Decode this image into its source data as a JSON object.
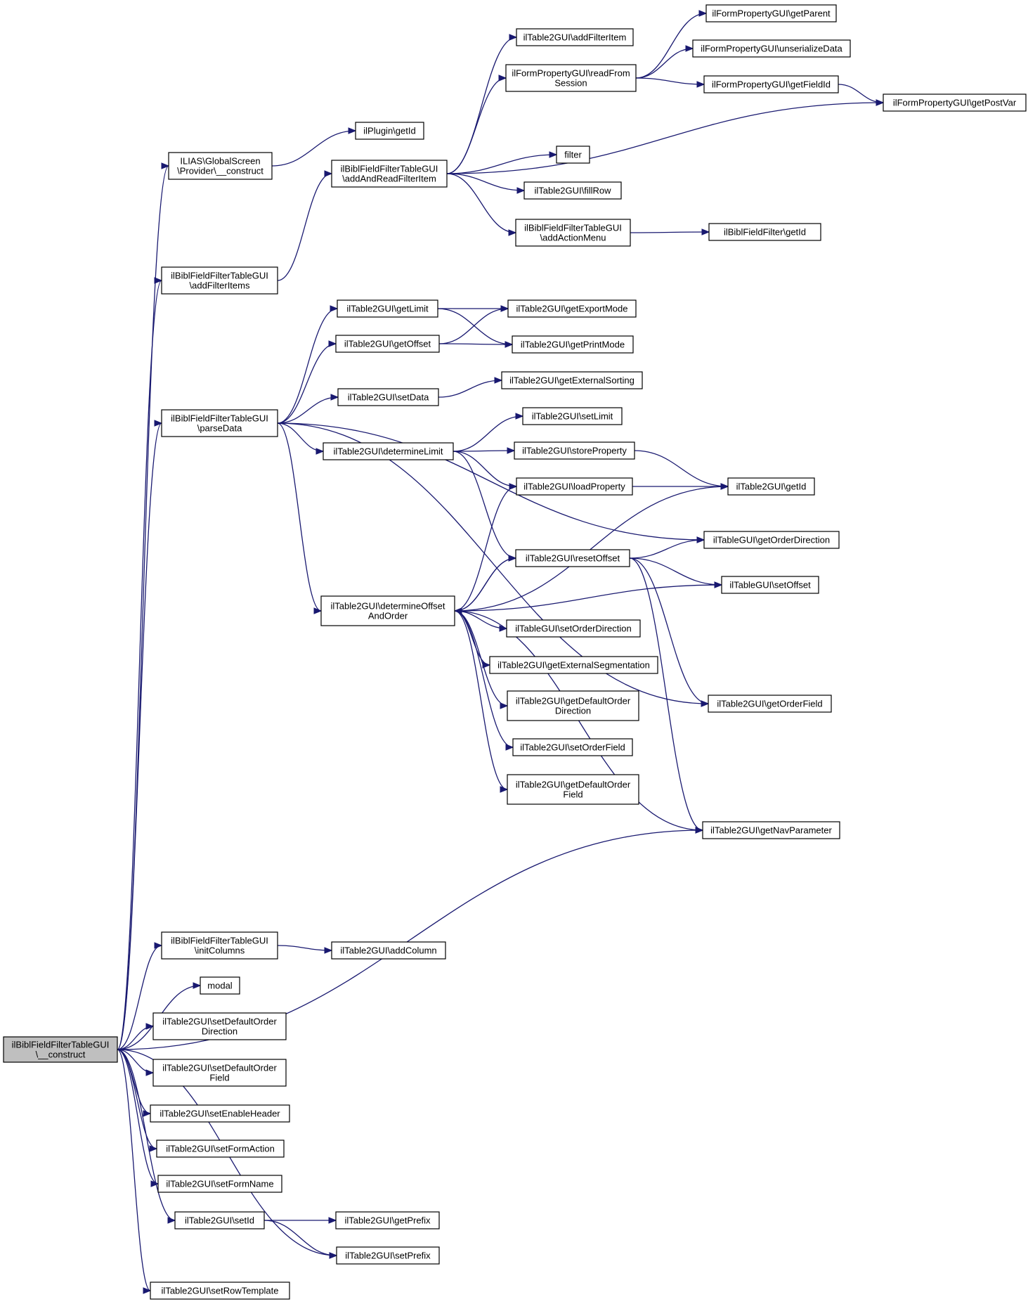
{
  "nodes": {
    "root": [
      "ilBiblFieldFilterTableGUI",
      "\\__construct"
    ],
    "gs_construct": [
      "ILIAS\\GlobalScreen",
      "\\Provider\\__construct"
    ],
    "plugin_getid": [
      "ilPlugin\\getId"
    ],
    "add_filter_items": [
      "ilBiblFieldFilterTableGUI",
      "\\addFilterItems"
    ],
    "add_and_read": [
      "ilBiblFieldFilterTableGUI",
      "\\addAndReadFilterItem"
    ],
    "t2_add_filter_item": [
      "ilTable2GUI\\addFilterItem"
    ],
    "read_from_session": [
      "ilFormPropertyGUI\\readFrom",
      "Session"
    ],
    "fp_get_parent": [
      "ilFormPropertyGUI\\getParent"
    ],
    "fp_unserialize": [
      "ilFormPropertyGUI\\unserializeData"
    ],
    "fp_get_field_id": [
      "ilFormPropertyGUI\\getFieldId"
    ],
    "fp_get_post_var": [
      "ilFormPropertyGUI\\getPostVar"
    ],
    "filter": [
      "filter"
    ],
    "t2_fill_row": [
      "ilTable2GUI\\fillRow"
    ],
    "add_action_menu": [
      "ilBiblFieldFilterTableGUI",
      "\\addActionMenu"
    ],
    "bf_get_id": [
      "ilBiblFieldFilter\\getId"
    ],
    "parse_data": [
      "ilBiblFieldFilterTableGUI",
      "\\parseData"
    ],
    "t2_get_limit": [
      "ilTable2GUI\\getLimit"
    ],
    "t2_get_offset": [
      "ilTable2GUI\\getOffset"
    ],
    "t2_get_export_mode": [
      "ilTable2GUI\\getExportMode"
    ],
    "t2_get_print_mode": [
      "ilTable2GUI\\getPrintMode"
    ],
    "t2_set_data": [
      "ilTable2GUI\\setData"
    ],
    "t2_get_ext_sorting": [
      "ilTable2GUI\\getExternalSorting"
    ],
    "t2_determine_limit": [
      "ilTable2GUI\\determineLimit"
    ],
    "t2_set_limit": [
      "ilTable2GUI\\setLimit"
    ],
    "t2_store_property": [
      "ilTable2GUI\\storeProperty"
    ],
    "t2_load_property": [
      "ilTable2GUI\\loadProperty"
    ],
    "t2_get_id": [
      "ilTable2GUI\\getId"
    ],
    "t_get_order_direction": [
      "ilTableGUI\\getOrderDirection"
    ],
    "t2_reset_offset": [
      "ilTable2GUI\\resetOffset"
    ],
    "t_set_offset": [
      "ilTableGUI\\setOffset"
    ],
    "t2_determine_offset": [
      "ilTable2GUI\\determineOffset",
      "AndOrder"
    ],
    "t_set_order_direction": [
      "ilTableGUI\\setOrderDirection"
    ],
    "t2_get_ext_segmentation": [
      "ilTable2GUI\\getExternalSegmentation"
    ],
    "t2_get_default_order_direction": [
      "ilTable2GUI\\getDefaultOrder",
      "Direction"
    ],
    "t2_get_order_field": [
      "ilTable2GUI\\getOrderField"
    ],
    "t2_set_order_field": [
      "ilTable2GUI\\setOrderField"
    ],
    "t2_get_default_order_field": [
      "ilTable2GUI\\getDefaultOrder",
      "Field"
    ],
    "t2_get_nav_parameter": [
      "ilTable2GUI\\getNavParameter"
    ],
    "init_columns": [
      "ilBiblFieldFilterTableGUI",
      "\\initColumns"
    ],
    "t2_add_column": [
      "ilTable2GUI\\addColumn"
    ],
    "modal": [
      "modal"
    ],
    "t2_set_default_order_direction": [
      "ilTable2GUI\\setDefaultOrder",
      "Direction"
    ],
    "t2_set_default_order_field": [
      "ilTable2GUI\\setDefaultOrder",
      "Field"
    ],
    "t2_set_enable_header": [
      "ilTable2GUI\\setEnableHeader"
    ],
    "t2_set_form_action": [
      "ilTable2GUI\\setFormAction"
    ],
    "t2_set_form_name": [
      "ilTable2GUI\\setFormName"
    ],
    "t2_set_id": [
      "ilTable2GUI\\setId"
    ],
    "t2_get_prefix": [
      "ilTable2GUI\\getPrefix"
    ],
    "t2_set_prefix": [
      "ilTable2GUI\\setPrefix"
    ],
    "t2_set_row_template": [
      "ilTable2GUI\\setRowTemplate"
    ]
  },
  "edges": [
    [
      "root",
      "gs_construct"
    ],
    [
      "root",
      "add_filter_items"
    ],
    [
      "root",
      "parse_data"
    ],
    [
      "root",
      "t2_get_nav_parameter"
    ],
    [
      "root",
      "init_columns"
    ],
    [
      "root",
      "modal"
    ],
    [
      "root",
      "t2_set_default_order_direction"
    ],
    [
      "root",
      "t2_set_default_order_field"
    ],
    [
      "root",
      "t2_set_enable_header"
    ],
    [
      "root",
      "t2_set_form_action"
    ],
    [
      "root",
      "t2_set_form_name"
    ],
    [
      "root",
      "t2_set_id"
    ],
    [
      "root",
      "t2_set_prefix"
    ],
    [
      "root",
      "t2_set_row_template"
    ],
    [
      "gs_construct",
      "plugin_getid"
    ],
    [
      "add_filter_items",
      "add_and_read"
    ],
    [
      "add_and_read",
      "t2_add_filter_item"
    ],
    [
      "add_and_read",
      "read_from_session"
    ],
    [
      "add_and_read",
      "fp_get_post_var"
    ],
    [
      "add_and_read",
      "filter"
    ],
    [
      "add_and_read",
      "t2_fill_row"
    ],
    [
      "add_and_read",
      "add_action_menu"
    ],
    [
      "read_from_session",
      "fp_get_parent"
    ],
    [
      "read_from_session",
      "fp_unserialize"
    ],
    [
      "read_from_session",
      "fp_get_field_id"
    ],
    [
      "fp_get_field_id",
      "fp_get_post_var"
    ],
    [
      "add_action_menu",
      "bf_get_id"
    ],
    [
      "parse_data",
      "t2_get_limit"
    ],
    [
      "parse_data",
      "t2_get_offset"
    ],
    [
      "parse_data",
      "t2_set_data"
    ],
    [
      "parse_data",
      "t2_determine_limit"
    ],
    [
      "parse_data",
      "t2_determine_offset"
    ],
    [
      "parse_data",
      "t_get_order_direction"
    ],
    [
      "parse_data",
      "t2_get_order_field"
    ],
    [
      "t2_get_limit",
      "t2_get_export_mode"
    ],
    [
      "t2_get_limit",
      "t2_get_print_mode"
    ],
    [
      "t2_get_offset",
      "t2_get_export_mode"
    ],
    [
      "t2_get_offset",
      "t2_get_print_mode"
    ],
    [
      "t2_set_data",
      "t2_get_ext_sorting"
    ],
    [
      "t2_determine_limit",
      "t2_set_limit"
    ],
    [
      "t2_determine_limit",
      "t2_store_property"
    ],
    [
      "t2_determine_limit",
      "t2_load_property"
    ],
    [
      "t2_determine_limit",
      "t2_reset_offset"
    ],
    [
      "t2_store_property",
      "t2_get_id"
    ],
    [
      "t2_load_property",
      "t2_get_id"
    ],
    [
      "t2_reset_offset",
      "t_get_order_direction"
    ],
    [
      "t2_reset_offset",
      "t_set_offset"
    ],
    [
      "t2_reset_offset",
      "t2_get_order_field"
    ],
    [
      "t2_reset_offset",
      "t2_get_nav_parameter"
    ],
    [
      "t2_reset_offset",
      "t2_determine_offset"
    ],
    [
      "t2_determine_offset",
      "t2_load_property"
    ],
    [
      "t2_determine_offset",
      "t2_get_id"
    ],
    [
      "t2_determine_offset",
      "t2_reset_offset"
    ],
    [
      "t2_determine_offset",
      "t_set_offset"
    ],
    [
      "t2_determine_offset",
      "t_set_order_direction"
    ],
    [
      "t2_determine_offset",
      "t2_get_ext_segmentation"
    ],
    [
      "t2_determine_offset",
      "t2_get_default_order_direction"
    ],
    [
      "t2_determine_offset",
      "t2_set_order_field"
    ],
    [
      "t2_determine_offset",
      "t2_get_default_order_field"
    ],
    [
      "t2_determine_offset",
      "t2_get_nav_parameter"
    ],
    [
      "init_columns",
      "t2_add_column"
    ],
    [
      "t2_set_id",
      "t2_get_prefix"
    ],
    [
      "t2_set_id",
      "t2_set_prefix"
    ]
  ]
}
